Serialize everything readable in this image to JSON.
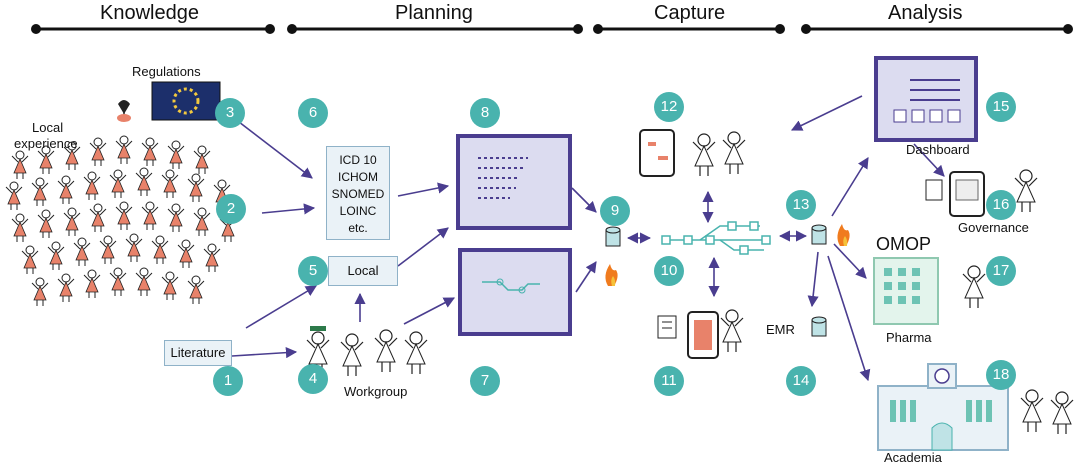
{
  "phases": [
    "Knowledge",
    "Planning",
    "Capture",
    "Analysis"
  ],
  "labels": {
    "regulations": "Regulations",
    "local_experience_1": "Local",
    "local_experience_2": "experience",
    "literature": "Literature",
    "local": "Local",
    "workgroup": "Workgroup",
    "emr": "EMR",
    "dashboard": "Dashboard",
    "governance": "Governance",
    "omop": "OMOP",
    "pharma": "Pharma",
    "academia": "Academia"
  },
  "codes": [
    "ICD 10",
    "ICHOM",
    "SNOMED",
    "LOINC",
    "etc."
  ],
  "steps": [
    "1",
    "2",
    "3",
    "4",
    "5",
    "6",
    "7",
    "8",
    "9",
    "10",
    "11",
    "12",
    "13",
    "14",
    "15",
    "16",
    "17",
    "18"
  ],
  "colors": {
    "step": "#49b3ae",
    "arrow": "#4a3d8f",
    "person": "#e8826a",
    "panel": "#dcdcf0"
  }
}
